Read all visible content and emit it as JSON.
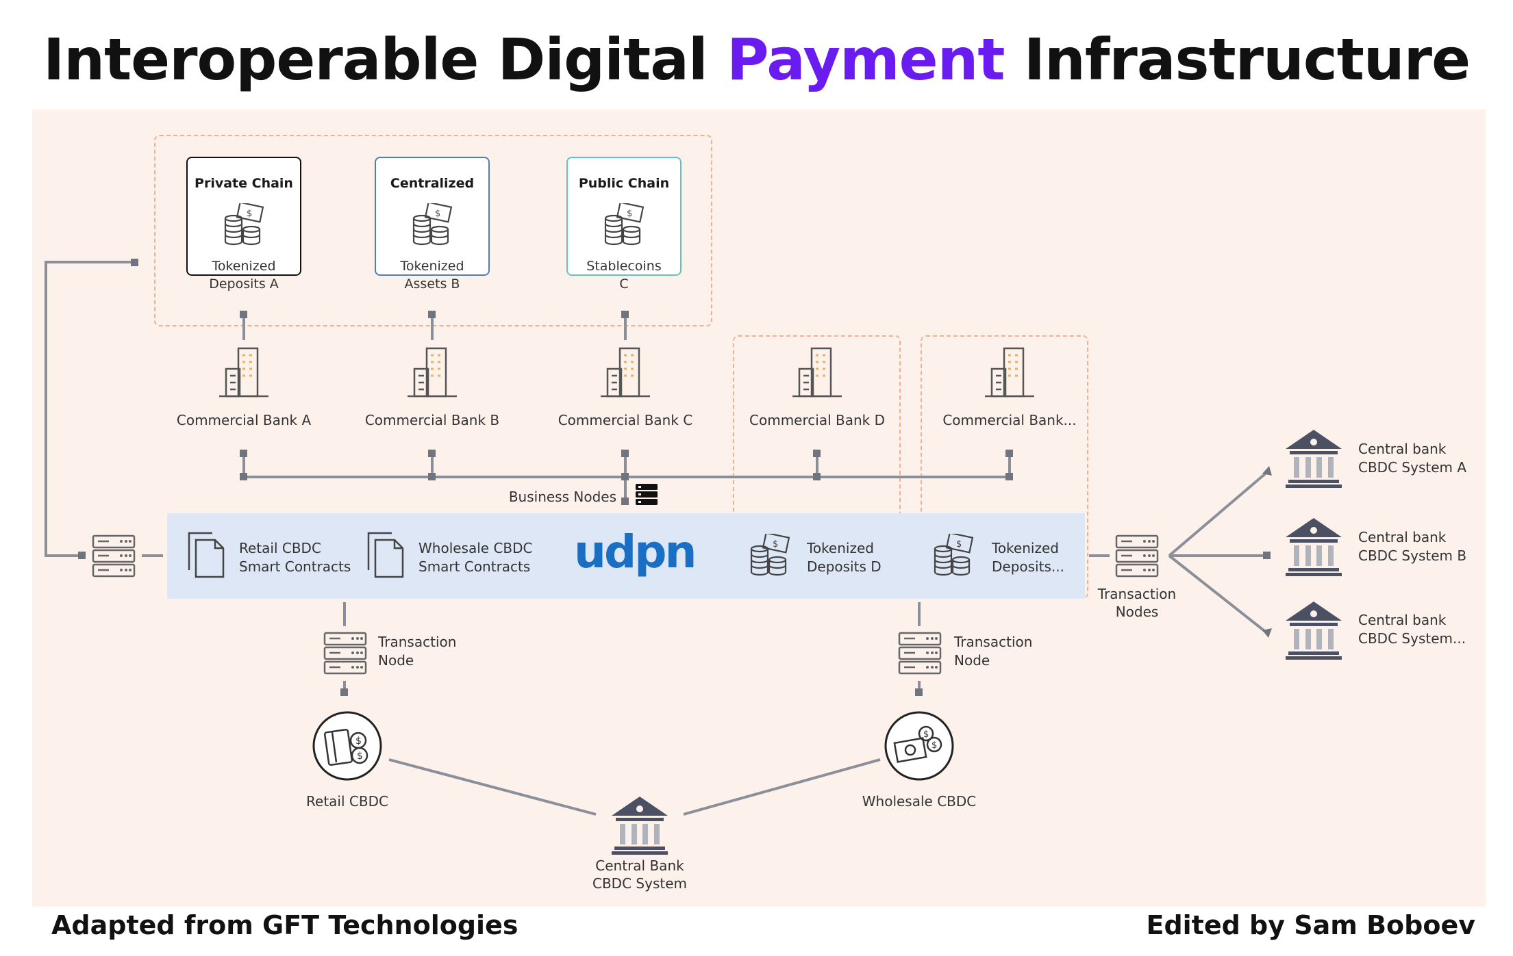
{
  "title": {
    "part1": "Interoperable Digital ",
    "accent": "Payment",
    "part2": " Infrastructure"
  },
  "networks": [
    {
      "title": "Private Chain",
      "line1": "Tokenized",
      "line2": "Deposits A"
    },
    {
      "title": "Centralized",
      "line1": "Tokenized",
      "line2": "Assets B"
    },
    {
      "title": "Public Chain",
      "line1": "Stablecoins",
      "line2": "C"
    }
  ],
  "banks": [
    "Commercial Bank A",
    "Commercial Bank B",
    "Commercial Bank C",
    "Commercial Bank D",
    "Commercial Bank..."
  ],
  "business_nodes": "Business Nodes",
  "band": {
    "retail": {
      "line1": "Retail CBDC",
      "line2": "Smart Contracts"
    },
    "wholesale": {
      "line1": "Wholesale CBDC",
      "line2": "Smart Contracts"
    },
    "logo": "udpn",
    "tok_d": {
      "line1": "Tokenized",
      "line2": "Deposits D"
    },
    "tok_e": {
      "line1": "Tokenized",
      "line2": "Deposits..."
    }
  },
  "transaction_node": {
    "line1": "Transaction",
    "line2": "Node"
  },
  "transaction_nodes": {
    "line1": "Transaction",
    "line2": "Nodes"
  },
  "central_banks": [
    {
      "line1": "Central bank",
      "line2": "CBDC System A"
    },
    {
      "line1": "Central bank",
      "line2": "CBDC System B"
    },
    {
      "line1": "Central bank",
      "line2": "CBDC System..."
    }
  ],
  "retail_cbdc": "Retail CBDC",
  "wholesale_cbdc": "Wholesale CBDC",
  "central_bank_cbdc": {
    "line1": "Central Bank",
    "line2": "CBDC System"
  },
  "footer": {
    "left": "Adapted from GFT Technologies",
    "right": "Edited by Sam Boboev"
  },
  "colors": {
    "accent": "#6a1bf0",
    "panel": "#fcf1eb",
    "band": "#dde7f5",
    "dashed": "#f3b08e",
    "wire": "#8a8f99",
    "logo": "#1a6fc4",
    "centralized_border": "#4a7fc0",
    "public_border": "#59c7c7"
  },
  "icons": [
    "coins-icon",
    "building-icon",
    "server-icon",
    "document-icon",
    "institution-icon",
    "card-icon",
    "cash-icon"
  ]
}
